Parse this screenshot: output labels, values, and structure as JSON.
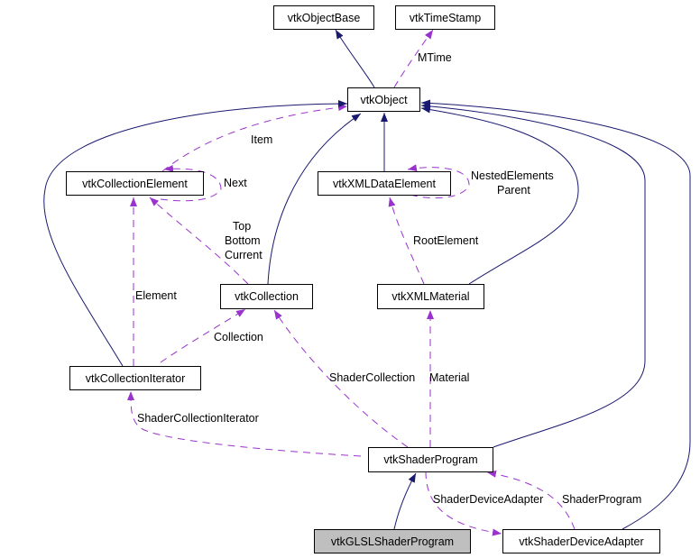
{
  "nodes": {
    "object_base": "vtkObjectBase",
    "time_stamp": "vtkTimeStamp",
    "object": "vtkObject",
    "collection_element": "vtkCollectionElement",
    "xml_data_element": "vtkXMLDataElement",
    "collection": "vtkCollection",
    "xml_material": "vtkXMLMaterial",
    "collection_iterator": "vtkCollectionIterator",
    "shader_program": "vtkShaderProgram",
    "glsl_shader_program": "vtkGLSLShaderProgram",
    "shader_device_adapter": "vtkShaderDeviceAdapter"
  },
  "edge_labels": {
    "mtime": "MTime",
    "item": "Item",
    "next": "Next",
    "nested_elements": "NestedElements",
    "parent": "Parent",
    "top": "Top",
    "bottom": "Bottom",
    "current": "Current",
    "root_element": "RootElement",
    "element": "Element",
    "collection": "Collection",
    "shader_collection": "ShaderCollection",
    "material": "Material",
    "shader_collection_iterator": "ShaderCollectionIterator",
    "shader_device_adapter": "ShaderDeviceAdapter",
    "shader_program": "ShaderProgram"
  },
  "colors": {
    "inheritance": "#191970",
    "usage": "#9a32cd",
    "highlight": "#bfbfbf"
  }
}
